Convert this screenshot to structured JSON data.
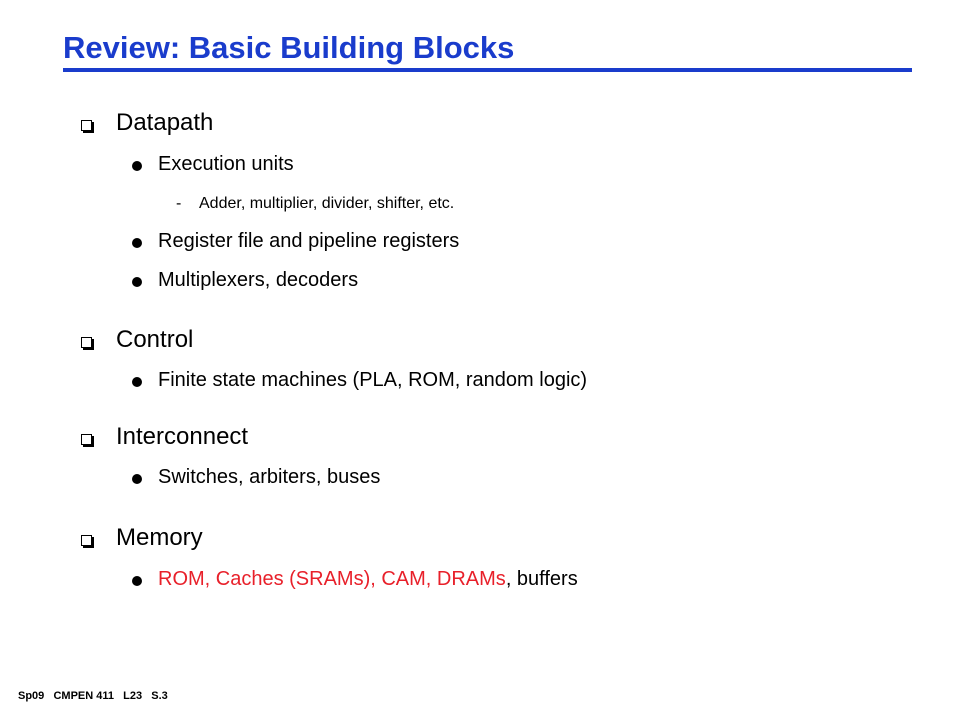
{
  "slide": {
    "title": "Review:  Basic Building Blocks",
    "accent_color": "#1a3ccc",
    "highlight_color": "#e8202a"
  },
  "bullets": {
    "datapath": {
      "label": "Datapath",
      "execution_units": "Execution units",
      "execution_units_detail_marker": "-",
      "execution_units_detail": "Adder, multiplier, divider, shifter, etc.",
      "register_file": "Register file and pipeline registers",
      "multiplexers": "Multiplexers, decoders"
    },
    "control": {
      "label": "Control",
      "fsm": "Finite state machines (PLA, ROM, random logic)"
    },
    "interconnect": {
      "label": "Interconnect",
      "switches": "Switches, arbiters, buses"
    },
    "memory": {
      "label": "Memory",
      "types_highlighted": "ROM, Caches (SRAMs), CAM, DRAMs",
      "types_rest": ", buffers"
    }
  },
  "footer": {
    "text": "Sp09   CMPEN 411   L23   S.3"
  },
  "icons": {
    "level1": "checkbox-bullet-icon",
    "level2": "filled-circle-bullet-icon"
  }
}
